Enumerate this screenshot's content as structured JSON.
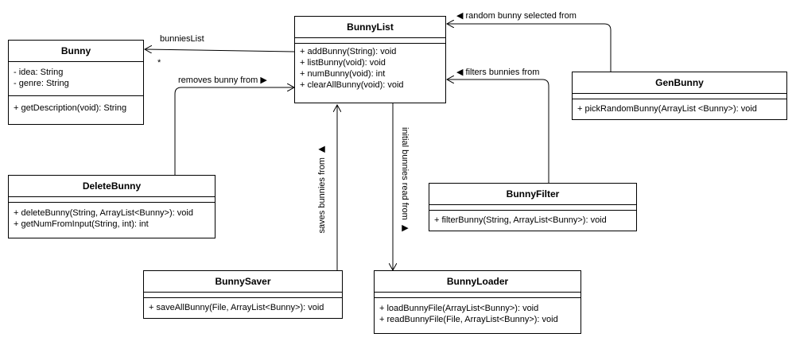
{
  "classes": {
    "bunny_list": {
      "name": "BunnyList",
      "methods": [
        "+ addBunny(String): void",
        "+ listBunny(void): void",
        "+ numBunny(void): int",
        "+ clearAllBunny(void): void"
      ]
    },
    "bunny": {
      "name": "Bunny",
      "attributes": [
        "- idea: String",
        "- genre: String"
      ],
      "methods": [
        "+ getDescription(void): String"
      ]
    },
    "gen_bunny": {
      "name": "GenBunny",
      "methods": [
        "+ pickRandomBunny(ArrayList <Bunny>): void"
      ]
    },
    "delete_bunny": {
      "name": "DeleteBunny",
      "methods": [
        "+ deleteBunny(String, ArrayList<Bunny>): void",
        "+ getNumFromInput(String, int): int"
      ]
    },
    "bunny_filter": {
      "name": "BunnyFilter",
      "methods": [
        "+ filterBunny(String, ArrayList<Bunny>): void"
      ]
    },
    "bunny_saver": {
      "name": "BunnySaver",
      "methods": [
        "+ saveAllBunny(File, ArrayList<Bunny>): void"
      ]
    },
    "bunny_loader": {
      "name": "BunnyLoader",
      "methods": [
        "+ loadBunnyFile(ArrayList<Bunny>): void",
        "+ readBunnyFile(File, ArrayList<Bunny>): void"
      ]
    }
  },
  "edges": {
    "bunnies_list": {
      "label": "bunniesList",
      "multiplicity": "*"
    },
    "random": {
      "label": "◀ random bunny selected from"
    },
    "removes": {
      "label": "removes bunny from ▶"
    },
    "filters": {
      "label": "◀ filters bunnies from"
    },
    "saves": {
      "label": "saves bunnies from ▶"
    },
    "initial": {
      "label": "initial bunnies read from ▶"
    }
  }
}
